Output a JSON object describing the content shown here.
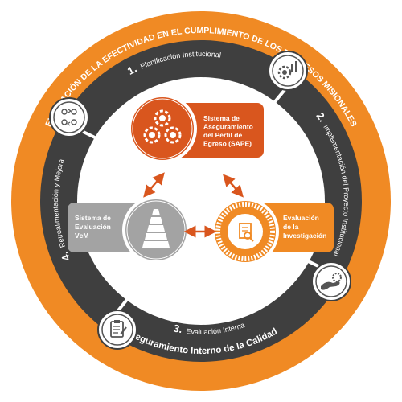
{
  "outer_ring": {
    "top_text": "EVALUACIÓN DE LA EFECTIVIDAD EN EL CUMPLIMIENTO DE LOS PROCESOS MISIONALES",
    "bottom_text": "Aseguramiento Interno de la Calidad"
  },
  "phases": [
    {
      "number": "1.",
      "label": "Planificación Institucional"
    },
    {
      "number": "2.",
      "label": "Implementación del Proyecto Institucional"
    },
    {
      "number": "3.",
      "label": "Evaluación Interna"
    },
    {
      "number": "4.",
      "label": "Retroalimentación y Mejora"
    }
  ],
  "systems": {
    "sape": {
      "lines": [
        "Sistema de",
        "Aseguramiento",
        "del Perfil de",
        "Egreso (SAPE)"
      ]
    },
    "vcm": {
      "lines": [
        "Sistema de",
        "Evaluación",
        "VcM"
      ]
    },
    "investigacion": {
      "lines": [
        "Evaluación",
        "de la",
        "Investigación"
      ]
    }
  },
  "icons": {
    "phase1": "gear-chart-icon",
    "phase2": "hand-gear-icon",
    "phase3": "clipboard-checklist-icon",
    "phase4": "people-cycle-icon",
    "sape": "gears-icon",
    "vcm": "pyramid-icon",
    "investigacion": "document-magnifier-icon"
  },
  "colors": {
    "orange": "#F08A24",
    "dark_orange": "#D9561E",
    "dark_ring": "#3F3F3F",
    "gray": "#A3A3A3"
  }
}
